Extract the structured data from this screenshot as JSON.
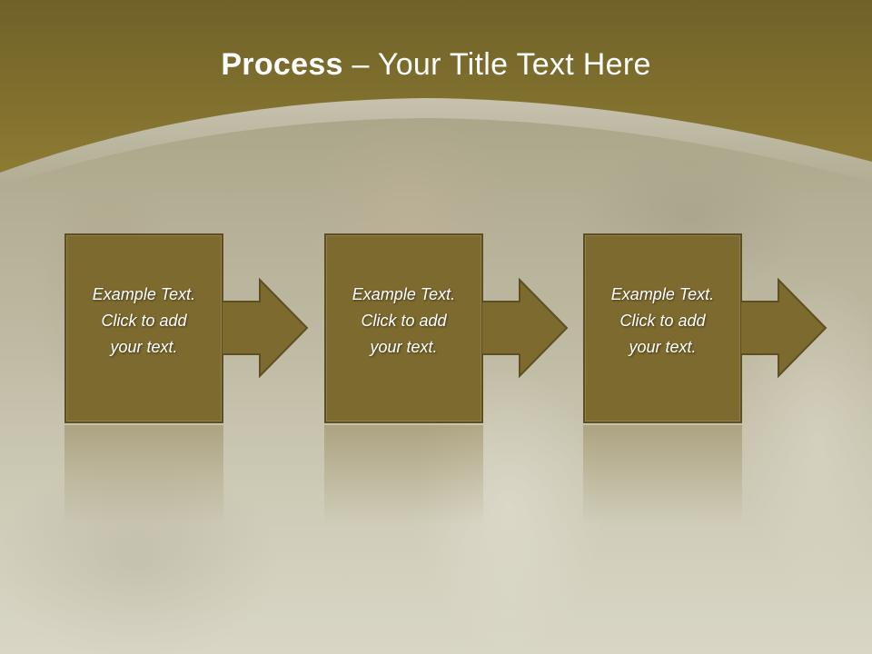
{
  "slide": {
    "title_bold": "Process",
    "title_rest": " – Your Title Text Here"
  },
  "steps": [
    {
      "text": "Example Text.\nClick  to add\nyour text."
    },
    {
      "text": "Example Text.\nClick  to add\nyour text."
    },
    {
      "text": "Example Text.\nClick  to add\nyour text."
    }
  ],
  "colors": {
    "header": "#7f6e2c",
    "box_fill": "#7d6a2f",
    "box_border": "#5e4f22",
    "text": "#ffffff"
  }
}
